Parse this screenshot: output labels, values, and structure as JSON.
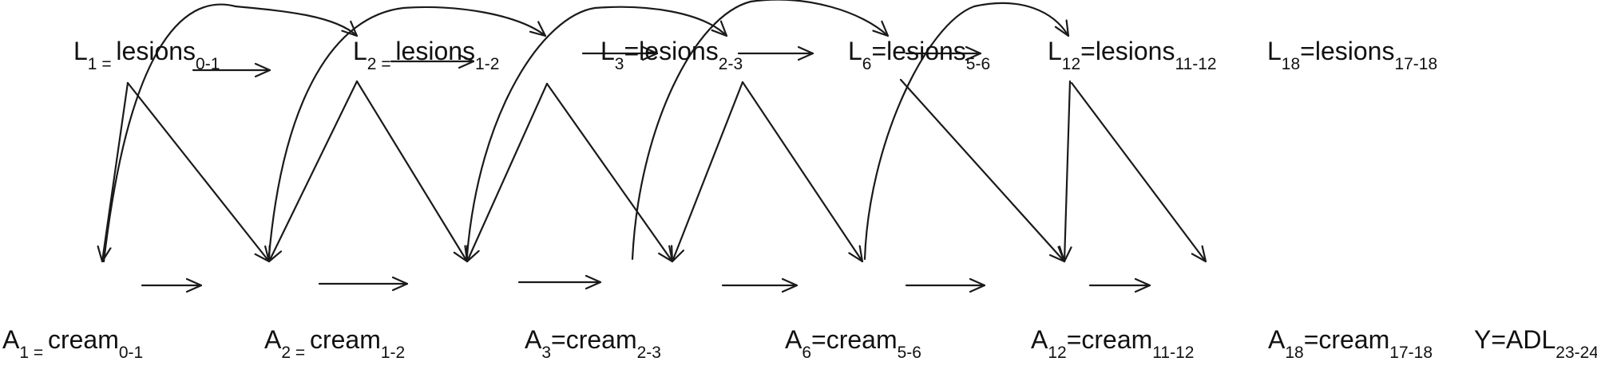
{
  "nodes": [
    {
      "id": "L1",
      "var": "L",
      "index": "1",
      "eq": " = ",
      "name": "lesions",
      "sub": "0-1"
    },
    {
      "id": "L2",
      "var": "L",
      "index": "2",
      "eq": " = ",
      "name": "lesions",
      "sub": "1-2"
    },
    {
      "id": "L3",
      "var": "L",
      "index": "3",
      "eq": "=",
      "name": "lesions",
      "sub": "2-3"
    },
    {
      "id": "L6",
      "var": "L",
      "index": "6",
      "eq": "=",
      "name": "lesions",
      "sub": "5-6"
    },
    {
      "id": "L12",
      "var": "L",
      "index": "12",
      "eq": "=",
      "name": "lesions",
      "sub": "11-12"
    },
    {
      "id": "L18",
      "var": "L",
      "index": "18",
      "eq": "=",
      "name": "lesions",
      "sub": "17-18"
    },
    {
      "id": "A1",
      "var": "A",
      "index": "1",
      "eq": " = ",
      "name": "cream",
      "sub": "0-1"
    },
    {
      "id": "A2",
      "var": "A",
      "index": "2",
      "eq": " = ",
      "name": "cream",
      "sub": "1-2"
    },
    {
      "id": "A3",
      "var": "A",
      "index": "3",
      "eq": "=",
      "name": "cream",
      "sub": "2-3"
    },
    {
      "id": "A6",
      "var": "A",
      "index": "6",
      "eq": "=",
      "name": "cream",
      "sub": "5-6"
    },
    {
      "id": "A12",
      "var": "A",
      "index": "12",
      "eq": "=",
      "name": "cream",
      "sub": "11-12"
    },
    {
      "id": "A18",
      "var": "A",
      "index": "18",
      "eq": "=",
      "name": "cream",
      "sub": "17-18"
    },
    {
      "id": "Y",
      "var": "Y",
      "index": "",
      "eq": "=",
      "name": "ADL",
      "sub": "23-24"
    }
  ],
  "edges": [
    {
      "from": "L1",
      "to": "L2",
      "shape": "straight"
    },
    {
      "from": "L2",
      "to": "L3",
      "shape": "straight"
    },
    {
      "from": "L3",
      "to": "L6",
      "shape": "straight"
    },
    {
      "from": "L6",
      "to": "L12",
      "shape": "straight"
    },
    {
      "from": "L12",
      "to": "L18",
      "shape": "straight"
    },
    {
      "from": "A1",
      "to": "A2",
      "shape": "straight"
    },
    {
      "from": "A2",
      "to": "A3",
      "shape": "straight"
    },
    {
      "from": "A3",
      "to": "A6",
      "shape": "straight"
    },
    {
      "from": "A6",
      "to": "A12",
      "shape": "straight"
    },
    {
      "from": "A12",
      "to": "A18",
      "shape": "straight"
    },
    {
      "from": "A18",
      "to": "Y",
      "shape": "straight"
    },
    {
      "from": "L1",
      "to": "A1",
      "shape": "straight"
    },
    {
      "from": "L1",
      "to": "A2",
      "shape": "straight"
    },
    {
      "from": "L2",
      "to": "A2",
      "shape": "straight"
    },
    {
      "from": "L2",
      "to": "A3",
      "shape": "straight"
    },
    {
      "from": "L3",
      "to": "A3",
      "shape": "straight"
    },
    {
      "from": "L3",
      "to": "A6",
      "shape": "straight"
    },
    {
      "from": "L6",
      "to": "A6",
      "shape": "straight"
    },
    {
      "from": "L6",
      "to": "A12",
      "shape": "straight"
    },
    {
      "from": "L12",
      "to": "A18",
      "shape": "straight"
    },
    {
      "from": "L18",
      "to": "A18",
      "shape": "straight"
    },
    {
      "from": "L18",
      "to": "Y",
      "shape": "straight"
    },
    {
      "from": "A1",
      "to": "L2",
      "shape": "arc"
    },
    {
      "from": "A2",
      "to": "L3",
      "shape": "arc"
    },
    {
      "from": "A3",
      "to": "L6",
      "shape": "arc"
    },
    {
      "from": "A6",
      "to": "L12",
      "shape": "arc"
    },
    {
      "from": "A12",
      "to": "L18",
      "shape": "arc"
    }
  ]
}
